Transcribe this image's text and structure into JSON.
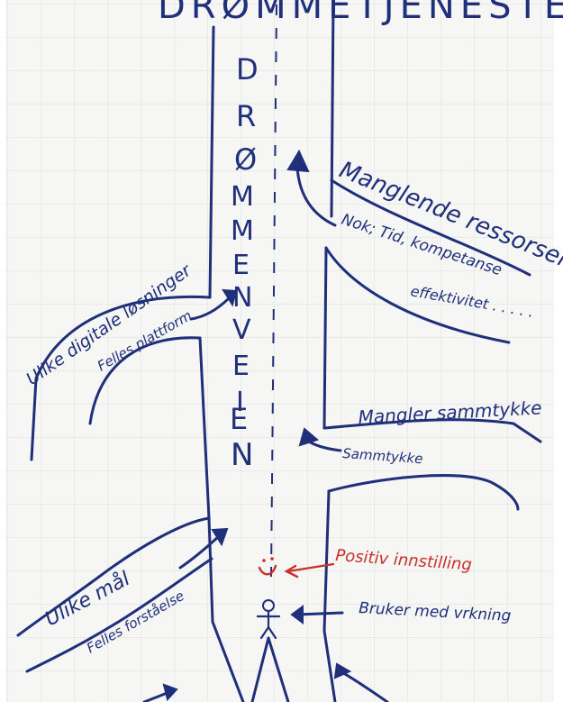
{
  "title_top": "DRØMMETJENESTE",
  "road_letters": [
    "D",
    "R",
    "Ø",
    "M",
    "M",
    "E",
    "N",
    "V",
    "E",
    "I",
    "E",
    "N"
  ],
  "labels": {
    "manglende_ressurser": "Manglende ressorser",
    "noks_tid": "Nok; Tid, kompetanse",
    "effektivitet": "effektivitet . . . . .",
    "ulike_digitale": "Ulike digitale løsninger",
    "felles_plattform": "Felles plattform",
    "mangler_samtykke": "Mangler sammtykke",
    "samtykke": "Sammtykke",
    "ulike_mal": "Ulike mål",
    "felles_forstaelse": "Felles forståelse",
    "positiv": "Positiv innstilling",
    "bruker": "Bruker med vrkning"
  },
  "colors": {
    "ink": "#1f2f7a",
    "red": "#c8302a",
    "grid": "#d9dde3",
    "paper": "#f6f6f4"
  }
}
